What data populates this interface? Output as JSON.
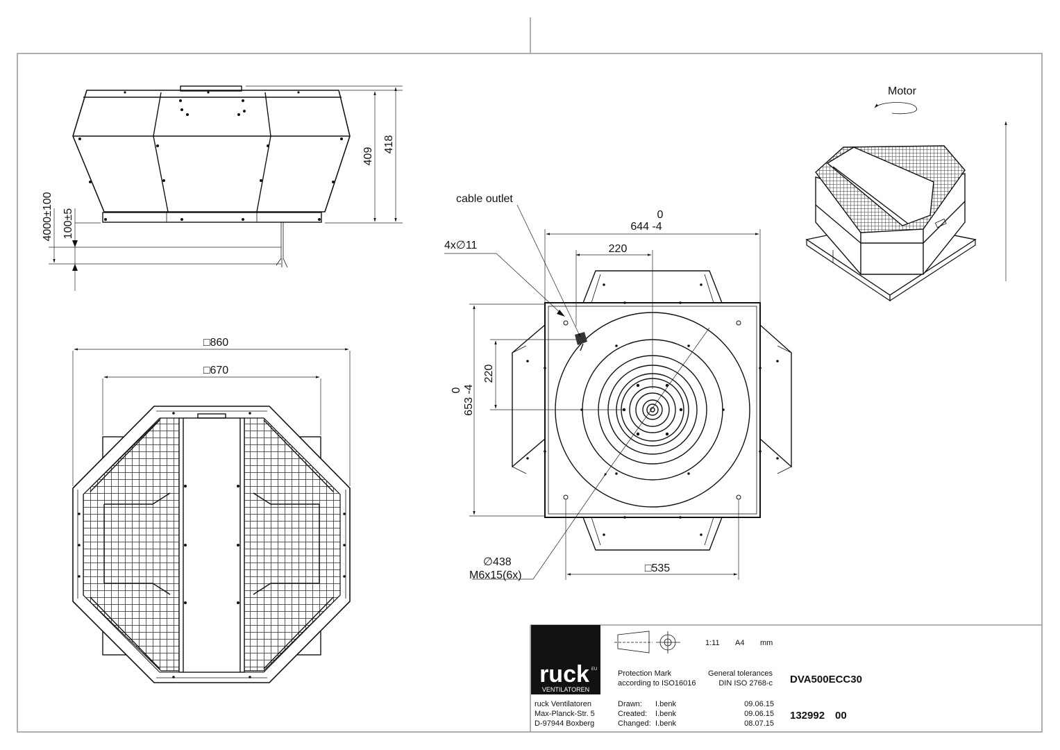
{
  "side_view": {
    "dim_409": "409",
    "dim_418": "418",
    "dim_cable": "4000±100",
    "dim_100": "100±5"
  },
  "top_view": {
    "dim_860": "□860",
    "dim_670": "□670"
  },
  "base_view": {
    "cable_outlet": "cable outlet",
    "holes": "4x∅11",
    "width_top": "0",
    "width_bottom": "644 -4",
    "dim_220_h": "220",
    "dim_220_v": "220",
    "height_top": "0",
    "height_bottom": "653 -4",
    "dia": "∅438",
    "screws": "M6x15(6x)",
    "dim_535": "□535"
  },
  "iso_view": {
    "motor_label": "Motor"
  },
  "title_block": {
    "logo": "ruck",
    "logo_eu": "EU",
    "logo_sub": "VENTILATOREN",
    "scale": "1:11",
    "paper": "A4",
    "units": "mm",
    "protection_1": "Protection Mark",
    "protection_2": "according to ISO16016",
    "tolerance_1": "General tolerances",
    "tolerance_2": "DIN ISO 2768-c",
    "model": "DVA500ECC30",
    "address_1": "ruck Ventilatoren",
    "address_2": "Max-Planck-Str. 5",
    "address_3": "D-97944 Boxberg",
    "drawn_label": "Drawn:",
    "created_label": "Created:",
    "changed_label": "Changed:",
    "drawn_by": "I.benk",
    "created_by": "I.benk",
    "changed_by": "I.benk",
    "drawn_date": "09.06.15",
    "created_date": "09.06.15",
    "changed_date": "08.07.15",
    "part_no": "132992",
    "revision": "00"
  }
}
